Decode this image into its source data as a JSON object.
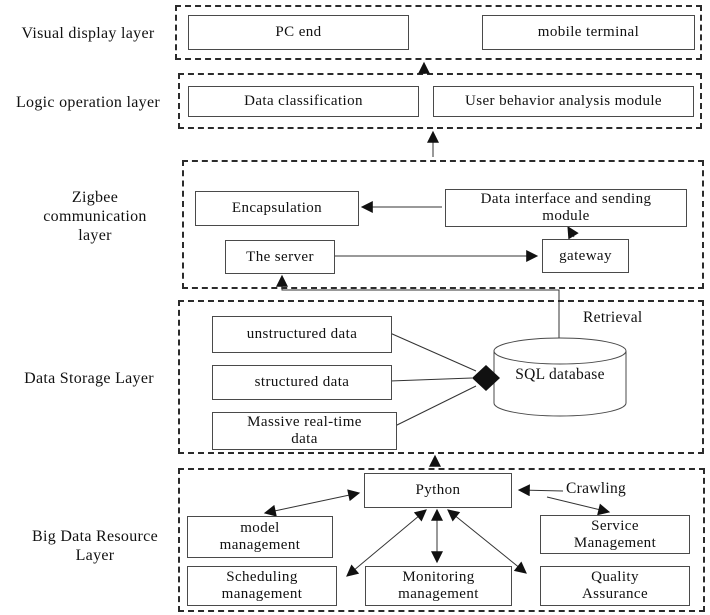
{
  "side_labels": [
    {
      "text": "Visual display layer"
    },
    {
      "text": "Logic operation layer"
    },
    {
      "text": "Zigbee\ncommunication\nlayer"
    },
    {
      "text": "Data Storage Layer"
    },
    {
      "text": "Big Data Resource\nLayer"
    }
  ],
  "boxes": {
    "pc_end": "PC end",
    "mobile_terminal": "mobile terminal",
    "data_classification": "Data classification",
    "user_behavior": "User behavior analysis module",
    "encapsulation": "Encapsulation",
    "data_interface": "Data interface and sending\nmodule",
    "the_server": "The server",
    "gateway": "gateway",
    "unstructured": "unstructured data",
    "structured": "structured data",
    "massive": "Massive real-time\ndata",
    "sql_database": "SQL database",
    "python": "Python",
    "model_mgmt": "model\nmanagement",
    "service_mgmt": "Service\nManagement",
    "scheduling_mgmt": "Scheduling\nmanagement",
    "monitoring_mgmt": "Monitoring\nmanagement",
    "quality_assurance": "Quality\nAssurance"
  },
  "annotations": {
    "retrieval": "Retrieval",
    "crawling": "Crawling"
  },
  "colors": {
    "line": "#333333",
    "arrowhead": "#111111",
    "box_border": "#4a4a4a",
    "dashed_border": "#2b2b2b",
    "background": "#ffffff"
  }
}
